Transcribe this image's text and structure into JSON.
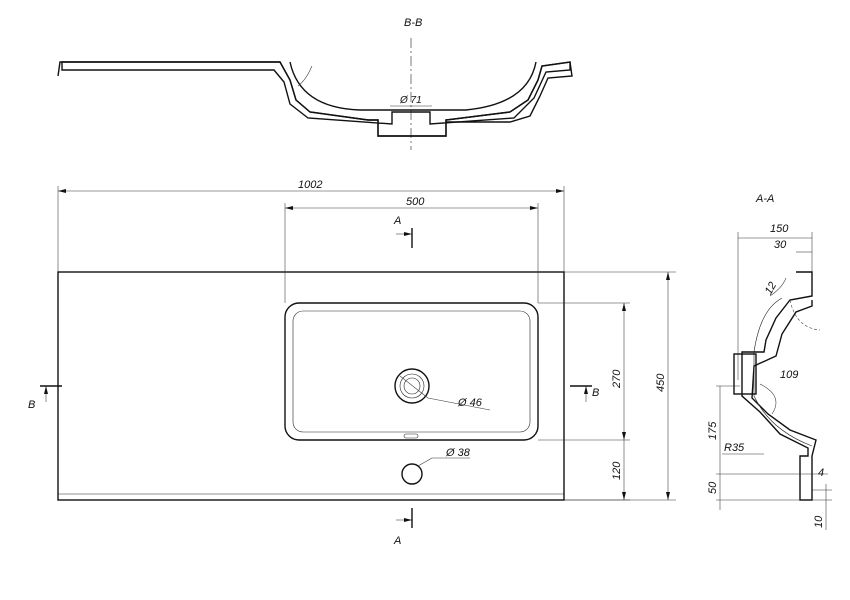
{
  "section_bb": {
    "title": "B-B",
    "drain_dia": "Ø 71"
  },
  "front_view": {
    "overall_width": "1002",
    "basin_width": "500",
    "overall_depth": "450",
    "basin_depth": "270",
    "front_offset": "120",
    "drain_dia": "Ø 46",
    "tap_hole_dia": "Ø 38",
    "cut_a_label": "A",
    "cut_b_label": "B"
  },
  "section_aa": {
    "title": "A-A",
    "dim_150": "150",
    "dim_30": "30",
    "dim_12": "12",
    "dim_109": "109",
    "dim_175": "175",
    "radius": "R35",
    "dim_50": "50",
    "dim_4": "4",
    "dim_10": "10"
  }
}
